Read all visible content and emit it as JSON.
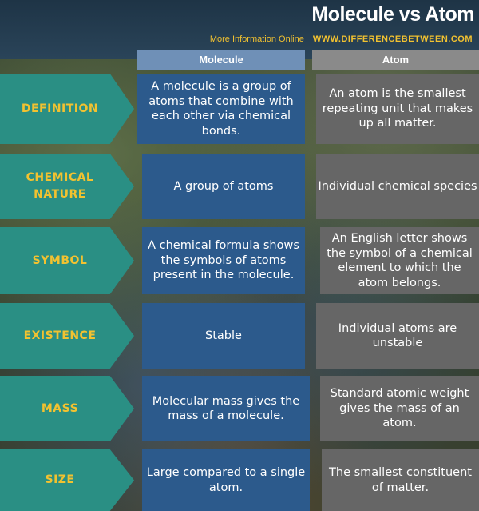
{
  "header": {
    "title": "Molecule vs Atom",
    "info": "More Information  Online",
    "site": "WWW.DIFFERENCEBETWEEN.COM"
  },
  "columns": {
    "molecule": "Molecule",
    "atom": "Atom"
  },
  "rows": [
    {
      "label": "DEFINITION",
      "molecule": "A molecule is a group of atoms that combine with each other via chemical bonds.",
      "atom": "An atom is the smallest repeating unit that makes up all matter."
    },
    {
      "label": "CHEMICAL NATURE",
      "molecule": "A group of atoms",
      "atom": "Individual chemical species"
    },
    {
      "label": "SYMBOL",
      "molecule": "A chemical formula shows the symbols of atoms present in the molecule.",
      "atom": "An English letter shows the symbol of a chemical element to which the atom belongs."
    },
    {
      "label": "EXISTENCE",
      "molecule": "Stable",
      "atom": "Individual atoms are unstable"
    },
    {
      "label": "MASS",
      "molecule": "Molecular mass gives the mass of a molecule.",
      "atom": "Standard atomic weight gives the mass of an atom."
    },
    {
      "label": "SIZE",
      "molecule": "Large compared to a single atom.",
      "atom": "The smallest constituent of matter."
    }
  ]
}
